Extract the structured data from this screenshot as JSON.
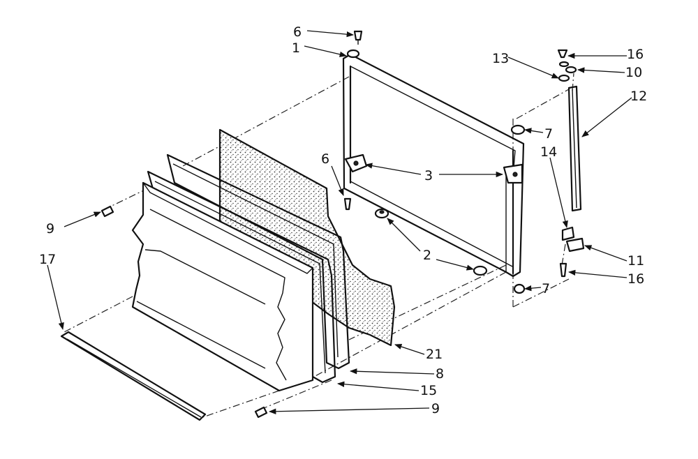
{
  "diagram": {
    "callouts": {
      "c1": "1",
      "c2": "2",
      "c3": "3",
      "c6a": "6",
      "c6b": "6",
      "c7a": "7",
      "c7b": "7",
      "c8": "8",
      "c9a": "9",
      "c9b": "9",
      "c10": "10",
      "c11": "11",
      "c12": "12",
      "c13": "13",
      "c14": "14",
      "c15": "15",
      "c16a": "16",
      "c16b": "16",
      "c17": "17",
      "c21": "21"
    }
  }
}
